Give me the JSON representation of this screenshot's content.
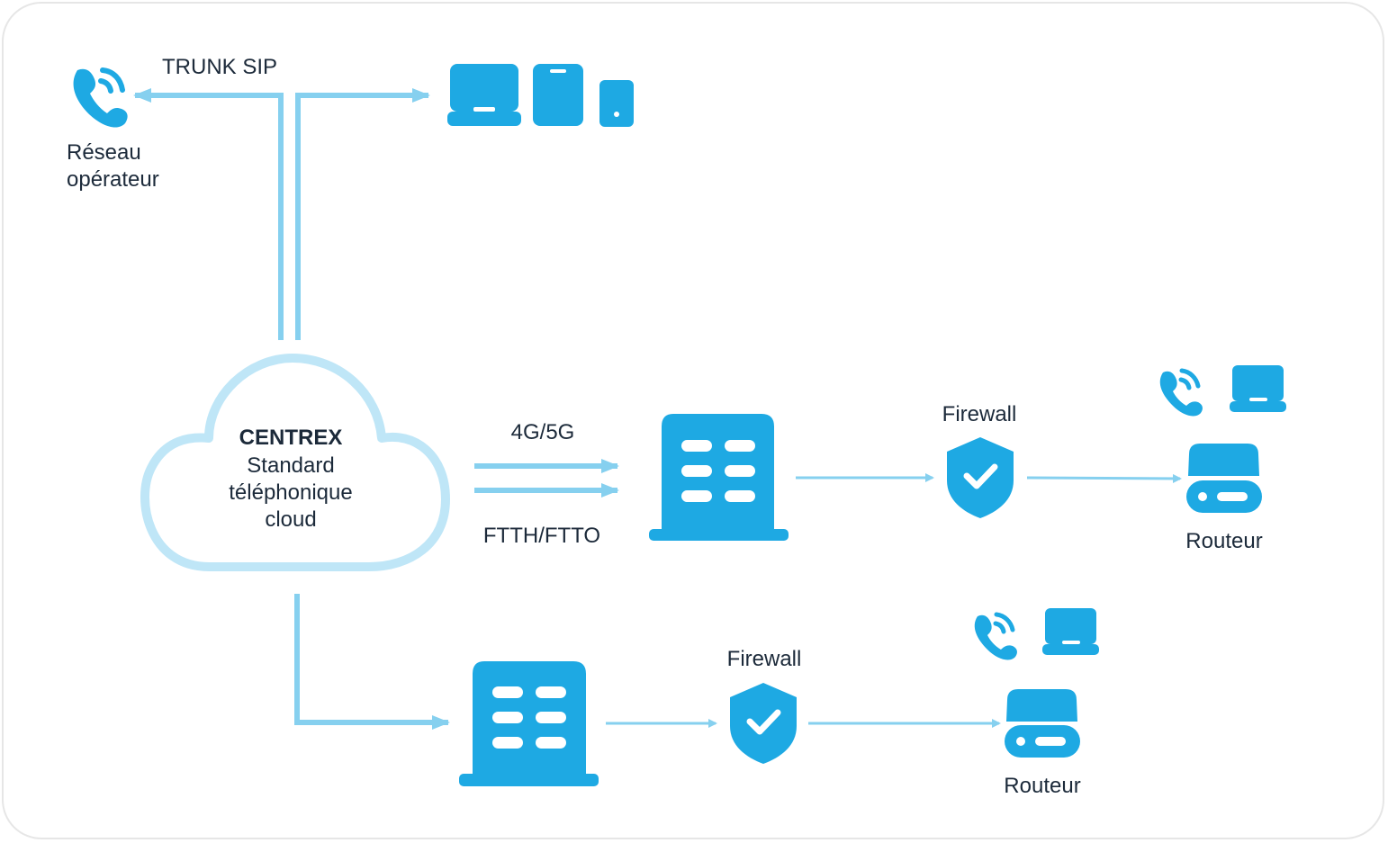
{
  "colors": {
    "icon": "#1ea9e3",
    "line": "#86d0ef",
    "cloud_stroke": "#bfe6f7",
    "text": "#1c2a3a"
  },
  "labels": {
    "trunk_sip": "TRUNK SIP",
    "reseau_line1": "Réseau",
    "reseau_line2": "opérateur",
    "centrex_title": "CENTREX",
    "centrex_line2": "Standard",
    "centrex_line3": "téléphonique",
    "centrex_line4": "cloud",
    "link_4g5g": "4G/5G",
    "link_ftth": "FTTH/FTTO",
    "firewall_top": "Firewall",
    "firewall_bottom": "Firewall",
    "routeur_top": "Routeur",
    "routeur_bottom": "Routeur"
  },
  "icons": {
    "operator": "phone-signal-icon",
    "devices": [
      "laptop-icon",
      "tablet-icon",
      "smartphone-icon"
    ],
    "site": "building-icon",
    "security": "shield-check-icon",
    "router": "router-icon",
    "endpoints": [
      "phone-signal-icon",
      "laptop-icon"
    ]
  }
}
